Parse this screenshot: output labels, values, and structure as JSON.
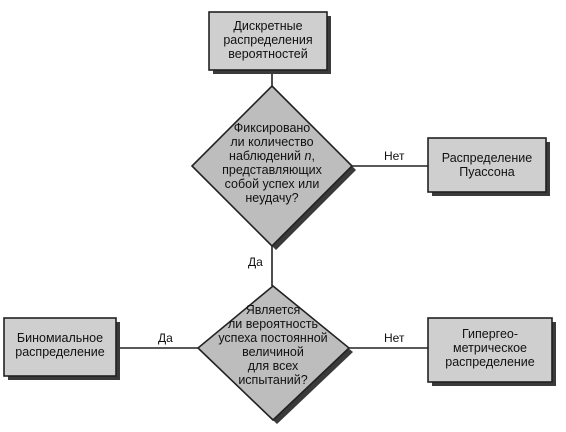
{
  "nodes": {
    "start": {
      "lines": [
        "Дискретные",
        "распределения",
        "вероятностей"
      ]
    },
    "q1": {
      "lines": [
        "Фиксировано",
        "ли количество",
        "наблюдений",
        "n",
        ",",
        "представляющих",
        "собой успех или",
        "неудачу?"
      ]
    },
    "poisson": {
      "lines": [
        "Распределение",
        "Пуассона"
      ]
    },
    "q2": {
      "lines": [
        "Является",
        "ли вероятность",
        "успеха постоянной",
        "величиной",
        "для всех",
        "испытаний?"
      ]
    },
    "binomial": {
      "lines": [
        "Биномиальное",
        "распределение"
      ]
    },
    "hyper": {
      "lines": [
        "Гипергео-",
        "метрическое",
        "распределение"
      ]
    }
  },
  "edges": {
    "q1_no": "Нет",
    "q1_yes": "Да",
    "q2_yes": "Да",
    "q2_no": "Нет"
  }
}
